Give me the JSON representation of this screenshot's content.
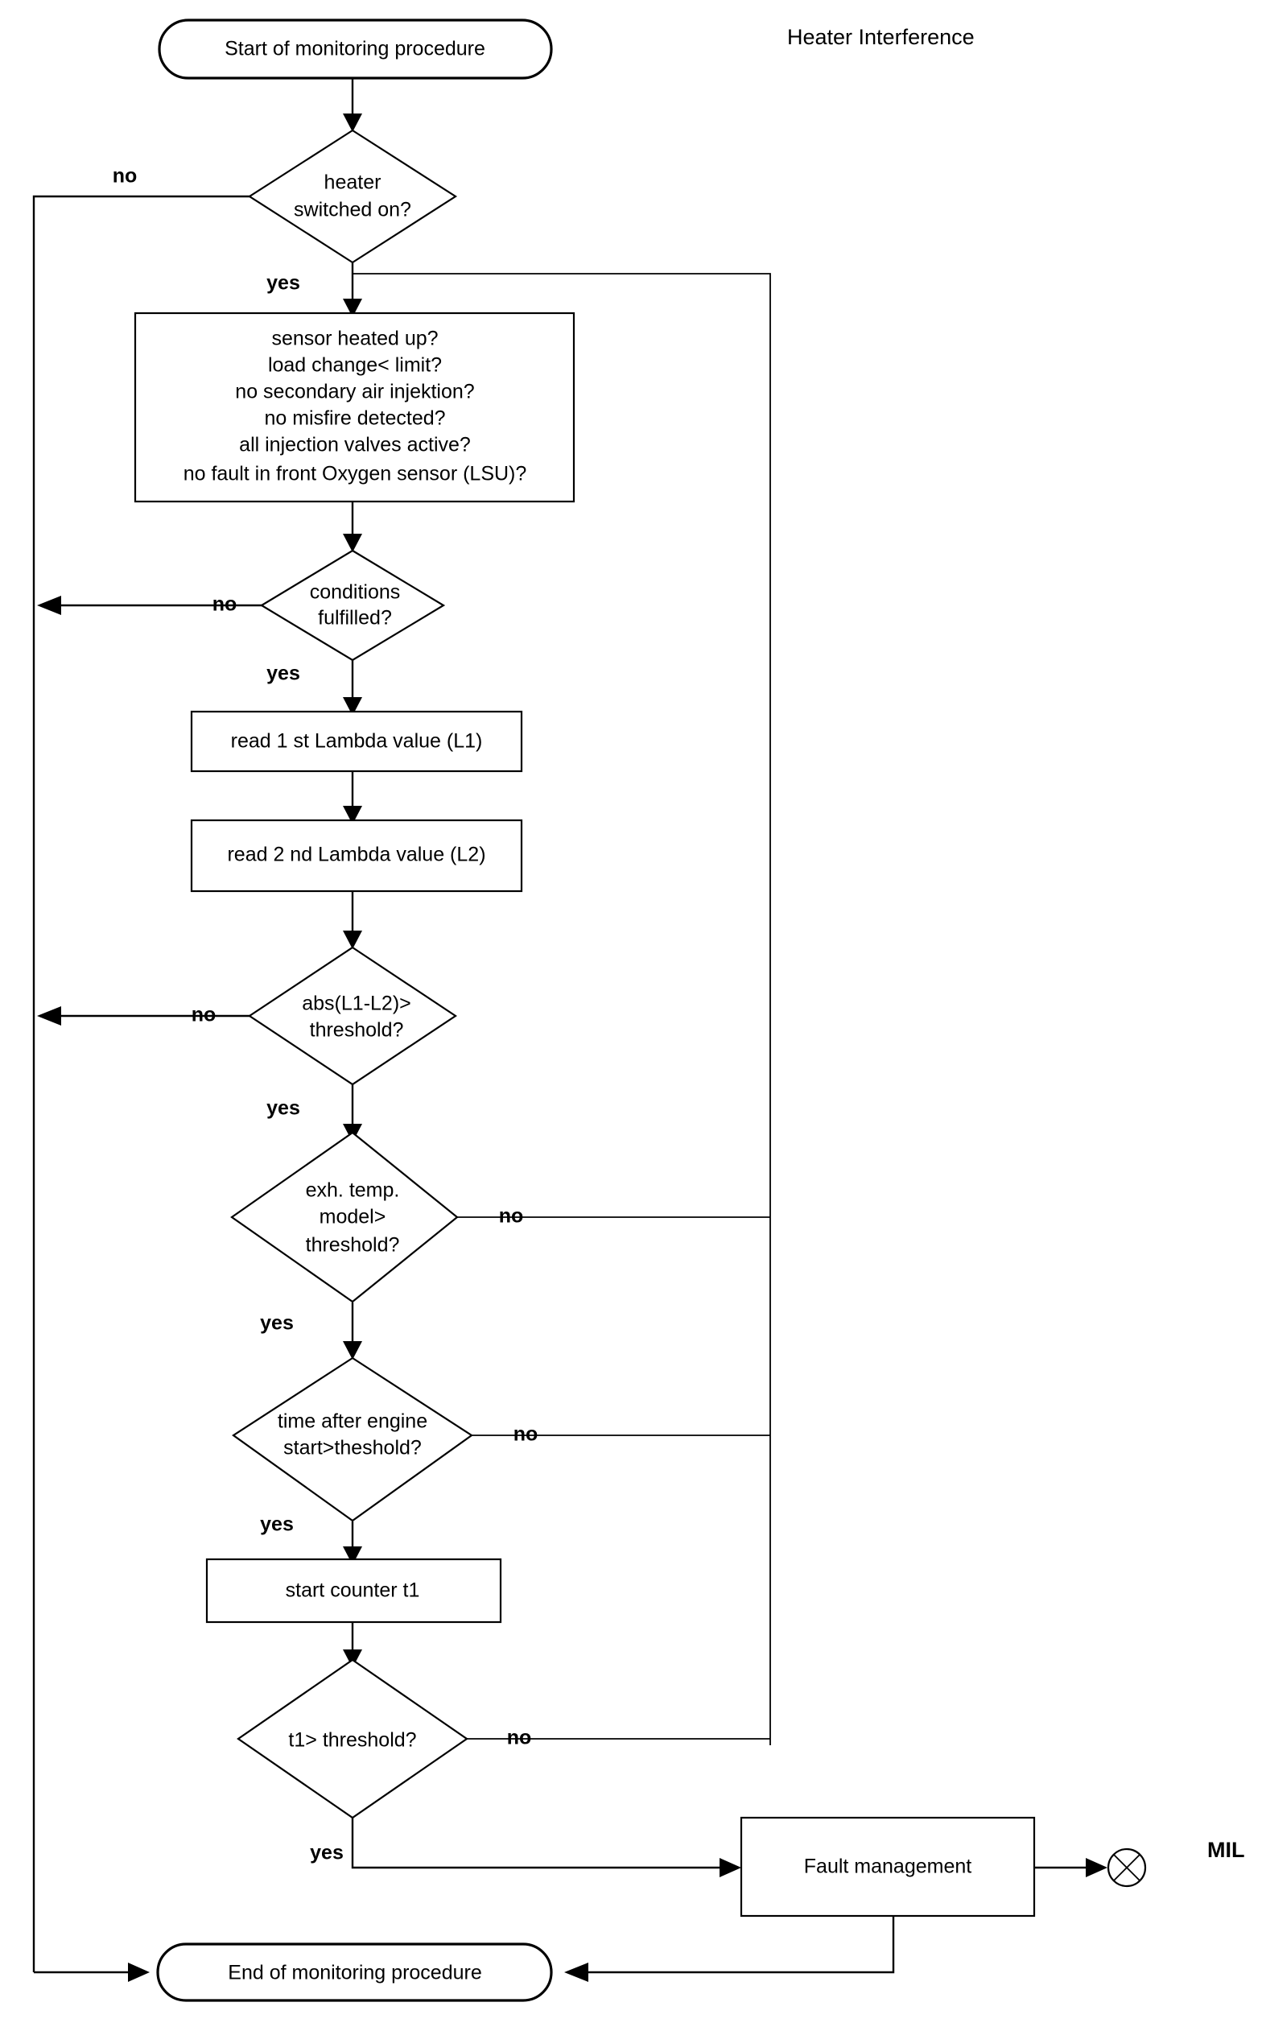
{
  "diagram": {
    "title": "Heater Interference",
    "mil_label": "MIL",
    "nodes": {
      "start": "Start of monitoring procedure",
      "heater_on": {
        "line1": "heater",
        "line2": "switched on?"
      },
      "conditions": {
        "line1": "sensor heated up?",
        "line2": "load change< limit?",
        "line3": "no secondary air injektion?",
        "line4": "no misfire detected?",
        "line5": "all injection valves active?",
        "line6": "no fault in front Oxygen sensor (LSU)?"
      },
      "conditions_fulfilled": {
        "line1": "conditions",
        "line2": "fulfilled?"
      },
      "read_l1": "read 1 st Lambda value (L1)",
      "read_l2": "read 2 nd Lambda value (L2)",
      "abs_diff": {
        "line1": "abs(L1-L2)>",
        "line2": "threshold?"
      },
      "exh_temp": {
        "line1": "exh. temp.",
        "line2": "model>",
        "line3": "threshold?"
      },
      "time_after_start": {
        "line1": "time after engine",
        "line2": "start>theshold?"
      },
      "start_counter": "start counter t1",
      "t1_threshold": "t1> threshold?",
      "fault_management": "Fault management",
      "end": "End of monitoring procedure"
    },
    "edge_labels": {
      "heater_no": "no",
      "heater_yes": "yes",
      "conditions_no": "no",
      "conditions_yes": "yes",
      "abs_no": "no",
      "abs_yes": "yes",
      "exh_no": "no",
      "exh_yes": "yes",
      "time_no": "no",
      "time_yes": "yes",
      "t1_no": "no",
      "t1_yes": "yes"
    },
    "colors": {
      "stroke": "#000000",
      "fill": "#ffffff",
      "text": "#000000"
    }
  }
}
